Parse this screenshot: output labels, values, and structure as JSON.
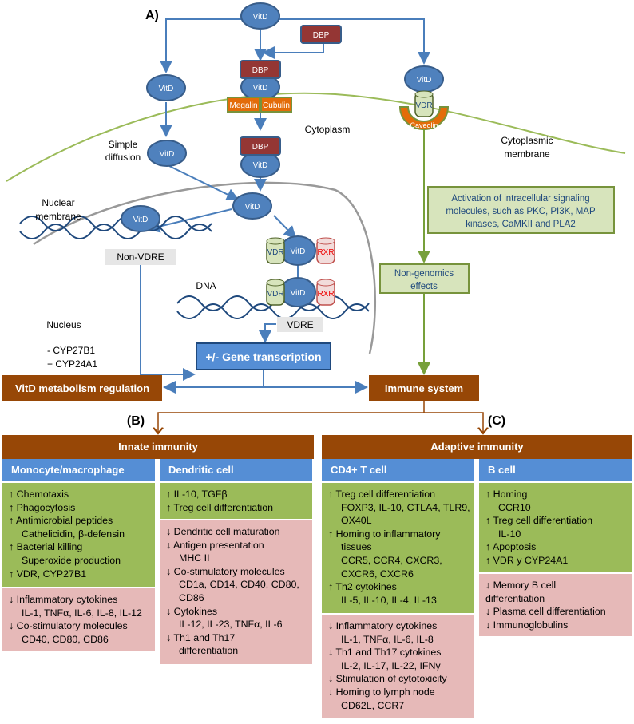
{
  "panel_a": {
    "label": "A)",
    "vitd": "VitD",
    "dbp": "DBP",
    "megalin": "Megalin",
    "cubulin": "Cubulin",
    "vdr": "VDR",
    "rxr": "RXR",
    "caveolin": "Caveolin",
    "cytoplasm": "Cytoplasm",
    "simple_diffusion": [
      "Simple",
      "diffusion"
    ],
    "cytoplasmic_membrane": [
      "Cytoplasmic",
      "membrane"
    ],
    "nuclear_membrane": [
      "Nuclear",
      "membrane"
    ],
    "non_vdre": "Non-VDRE",
    "dna": "DNA",
    "vdre": "VDRE",
    "nucleus": "Nucleus",
    "cyp": [
      "- CYP27B1",
      "+ CYP24A1"
    ],
    "gene_transcription": "+/- Gene transcription",
    "signaling": [
      "Activation of intracellular signaling",
      "molecules, such as PKC, PI3K, MAP",
      "kinases, CaMKII and PLA2"
    ],
    "non_genomics": [
      "Non-genomics",
      "effects"
    ],
    "metabolism": "VitD metabolism regulation",
    "immune_system": "Immune system"
  },
  "panel_b": {
    "label": "(B)",
    "title": "Innate immunity",
    "monocyte": {
      "title": "Monocyte/macrophage",
      "up": [
        "↑ Chemotaxis",
        "↑ Phagocytosis",
        "↑ Antimicrobial peptides",
        "Cathelicidin, β-defensin",
        "↑ Bacterial killing",
        "Superoxide production",
        "↑ VDR, CYP27B1"
      ],
      "down": [
        "↓ Inflammatory cytokines",
        "IL-1, TNFα, IL-6, IL-8, IL-12",
        "↓ Co-stimulatory molecules",
        "CD40, CD80, CD86"
      ]
    },
    "dendritic": {
      "title": "Dendritic cell",
      "up": [
        "↑ IL-10, TGFβ",
        "↑ Treg cell differentiation"
      ],
      "down": [
        "↓ Dendritic cell maturation",
        "↓ Antigen presentation",
        "MHC II",
        "↓ Co-stimulatory molecules",
        "CD1a, CD14, CD40, CD80,",
        "CD86",
        "↓ Cytokines",
        "IL-12, IL-23, TNFα, IL-6",
        "↓ Th1 and Th17",
        "differentiation"
      ]
    }
  },
  "panel_c": {
    "label": "(C)",
    "title": "Adaptive immunity",
    "cd4": {
      "title": "CD4+ T cell",
      "up": [
        "↑ Treg cell differentiation",
        "FOXP3, IL-10, CTLA4, TLR9,",
        "OX40L",
        "↑ Homing to inflammatory",
        "tissues",
        "CCR5, CCR4, CXCR3,",
        "CXCR6, CXCR6",
        "↑ Th2  cytokines",
        "IL-5, IL-10, IL-4, IL-13"
      ],
      "down": [
        "↓ Inflammatory cytokines",
        "IL-1, TNFα, IL-6, IL-8",
        "↓ Th1 and Th17 cytokines",
        "IL-2, IL-17, IL-22, IFNγ",
        "↓ Stimulation of cytotoxicity",
        "↓ Homing to lymph node",
        "CD62L, CCR7"
      ]
    },
    "bcell": {
      "title": "B cell",
      "up": [
        "↑ Homing",
        "CCR10",
        "↑ Treg cell differentiation",
        "IL-10",
        "↑ Apoptosis",
        "↑ VDR y CYP24A1"
      ],
      "down": [
        "↓ Memory B cell",
        "differentiation",
        "↓ Plasma cell differentiation",
        "↓ Immunoglobulins"
      ]
    }
  },
  "colors": {
    "vitd": "#4f81bd",
    "dbp": "#943634",
    "megalin": "#e36c09",
    "green_box": "#d7e4bc",
    "brown": "#974706",
    "subheader": "#558ed5",
    "up_bg": "#9bbb59",
    "down_bg": "#e6b9b8",
    "arrow_blue": "#4a7ebb",
    "arrow_green": "#77a03a"
  }
}
